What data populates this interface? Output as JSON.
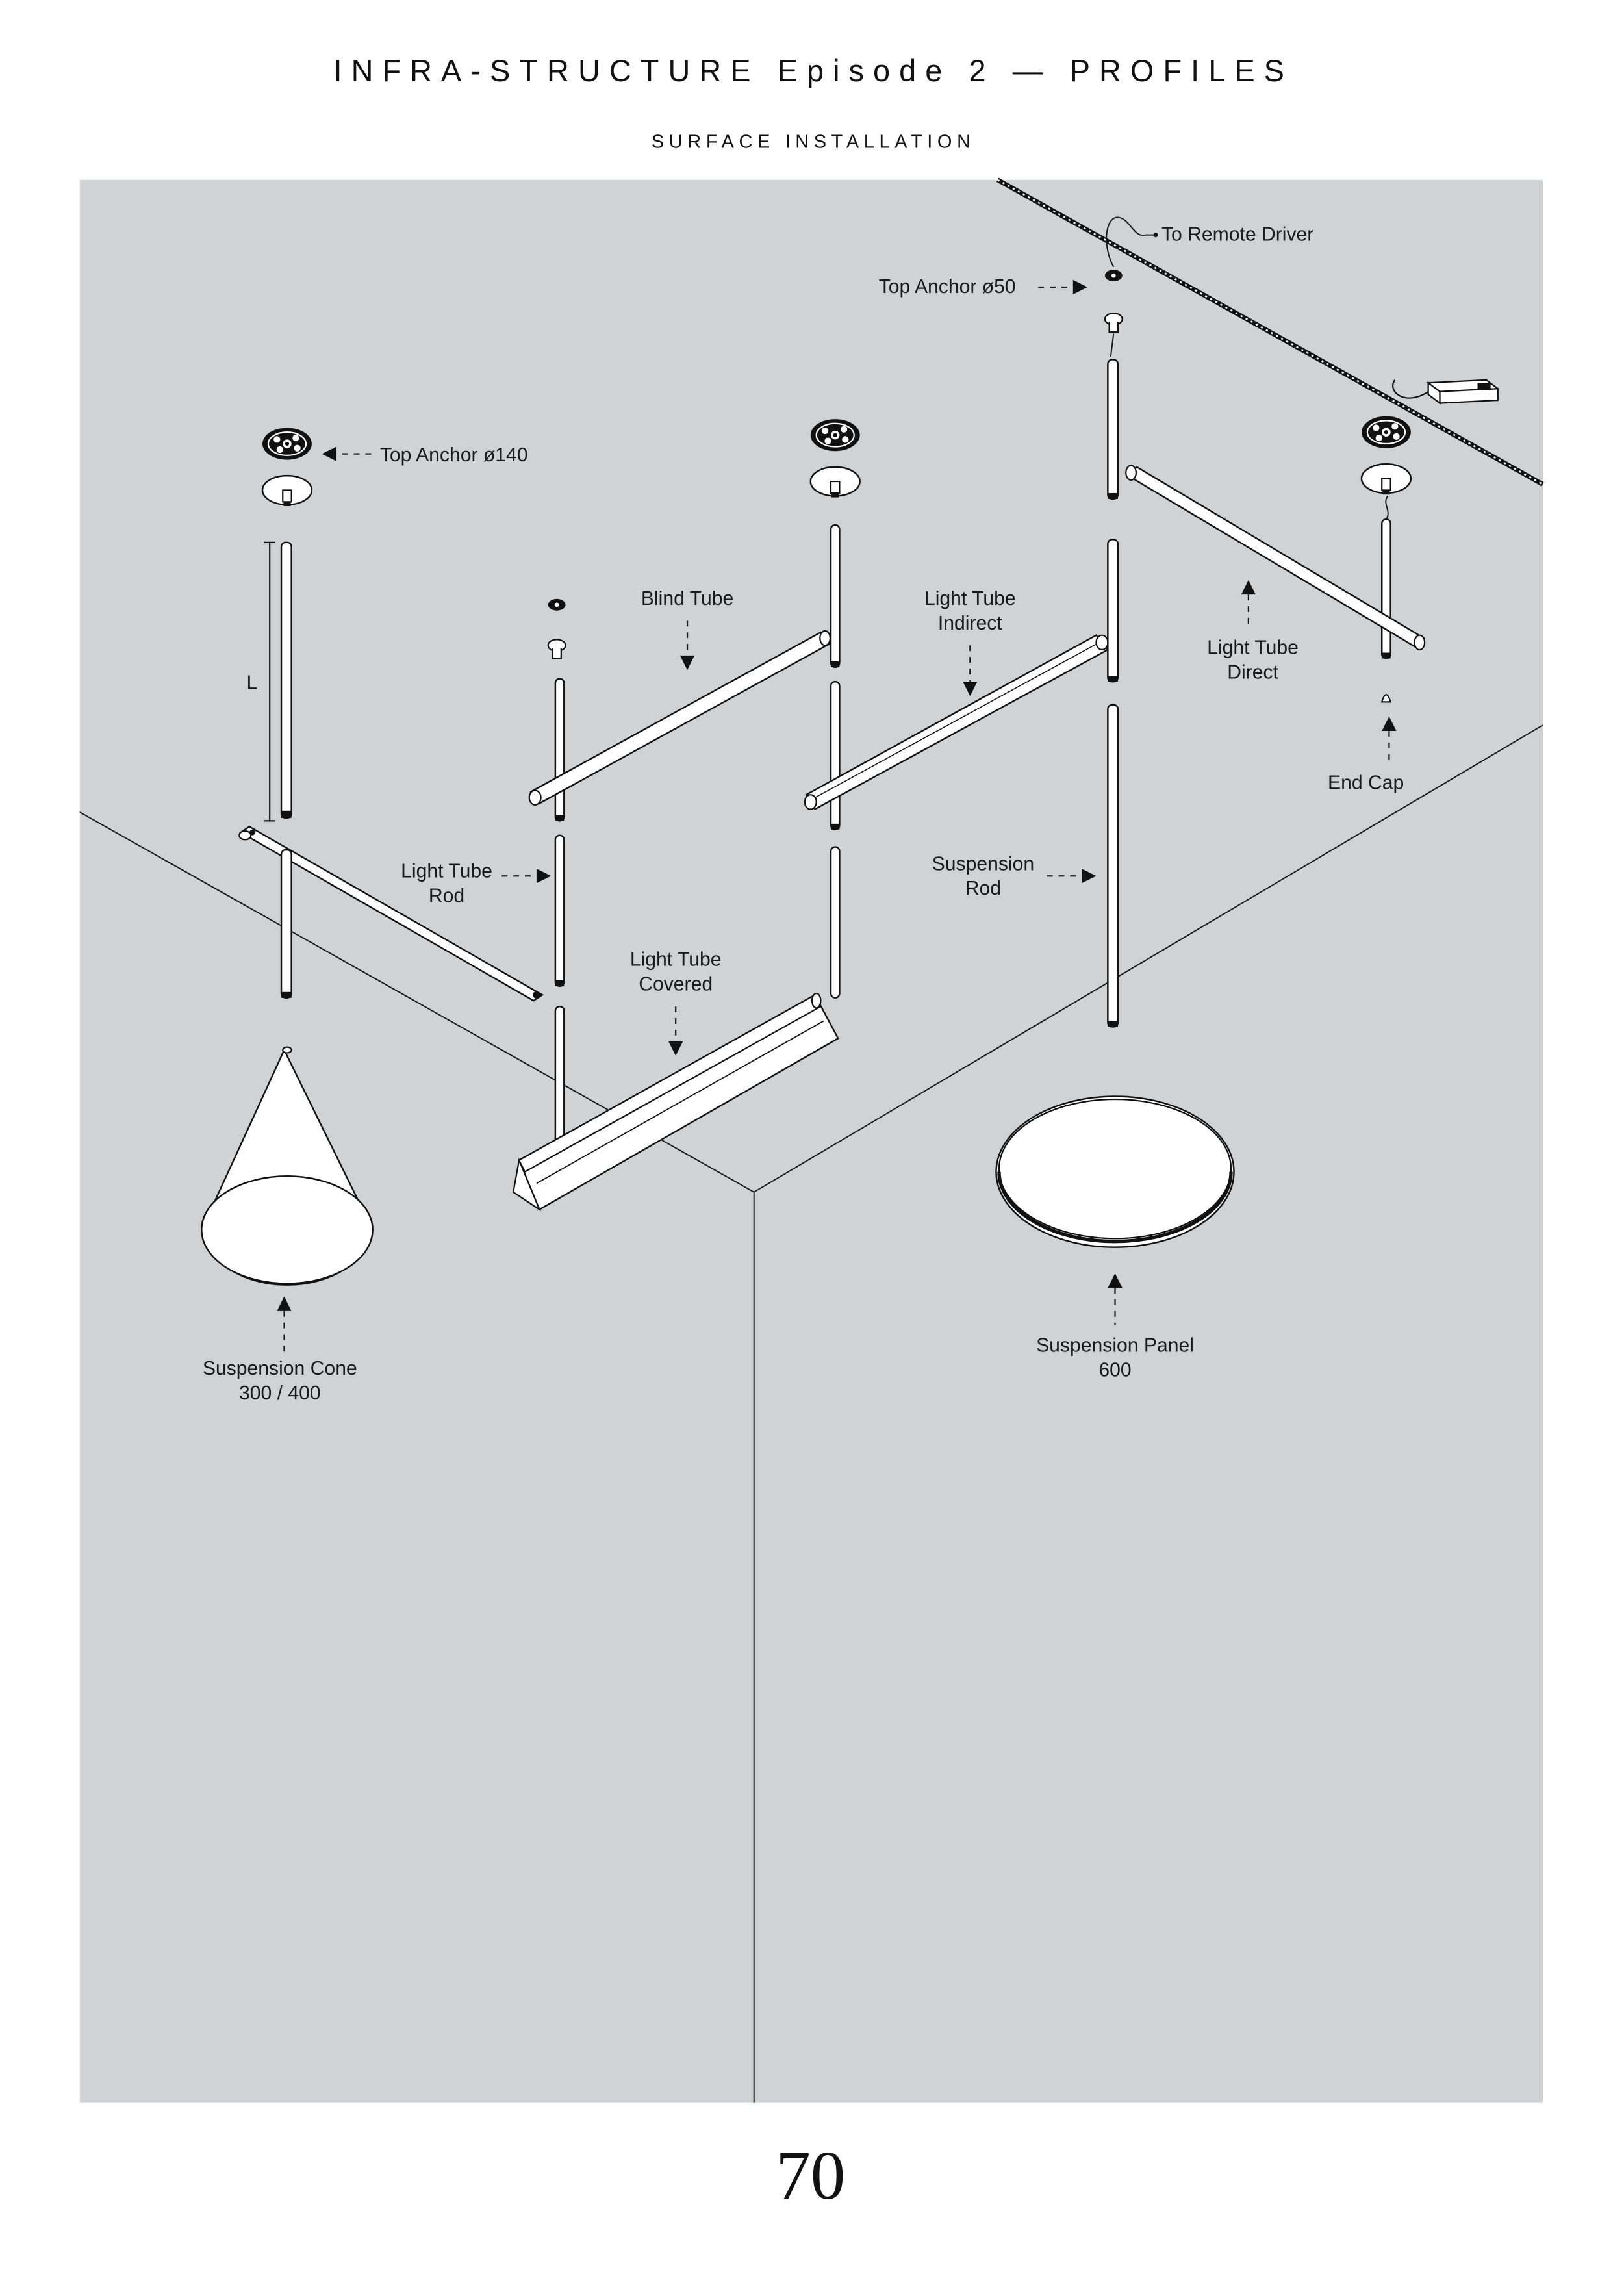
{
  "header": {
    "title": "INFRA-STRUCTURE Episode 2 — PROFILES",
    "subtitle": "SURFACE INSTALLATION"
  },
  "colors": {
    "wall": "#d1d2d4",
    "line": "#1a1a1a",
    "part_fill": "#ffffff",
    "background": "#ffffff"
  },
  "labels": {
    "to_remote_driver": "To Remote Driver",
    "top_anchor_50": "Top Anchor ø50",
    "top_anchor_140": "Top Anchor ø140",
    "length_marker": "L",
    "blind_tube": "Blind Tube",
    "light_tube_indirect": [
      "Light Tube",
      "Indirect"
    ],
    "light_tube_direct": [
      "Light Tube",
      "Direct"
    ],
    "end_cap": "End Cap",
    "light_tube_rod": [
      "Light Tube",
      "Rod"
    ],
    "suspension_rod": [
      "Suspension",
      "Rod"
    ],
    "light_tube_covered": [
      "Light Tube",
      "Covered"
    ],
    "suspension_cone": [
      "Suspension Cone",
      "300 / 400"
    ],
    "suspension_panel": [
      "Suspension Panel",
      "600"
    ]
  },
  "footer": {
    "page_number": "70"
  },
  "icons": {
    "top_anchor_large": "rosette-anchor-icon",
    "top_anchor_small": "small-anchor-icon",
    "remote_driver": "driver-box-icon"
  }
}
